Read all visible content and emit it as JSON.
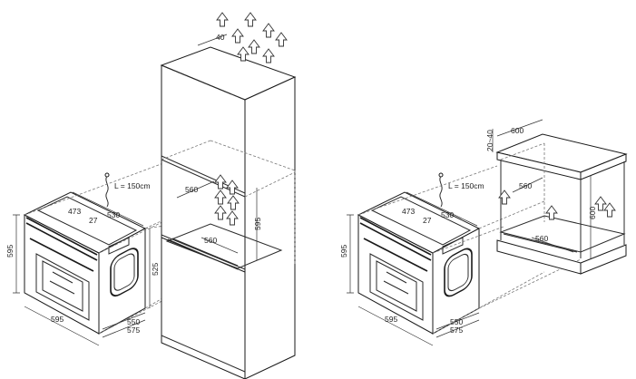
{
  "tall_unit_install": {
    "oven": {
      "width": "595",
      "height": "595",
      "depth_total": "575",
      "depth_body": "550",
      "top_width": "530",
      "top_offset_1": "473",
      "top_offset_2": "27",
      "side_height": "525"
    },
    "cable": "L = 150cm",
    "cabinet": {
      "niche_depth": "560",
      "niche_width": "560",
      "niche_height": "595",
      "vent_gap": "40"
    }
  },
  "under_counter_install": {
    "oven": {
      "width": "595",
      "height": "595",
      "depth_total": "575",
      "depth_body": "550",
      "top_width": "530",
      "top_offset_1": "473",
      "top_offset_2": "27"
    },
    "cable": "L = 150cm",
    "cabinet": {
      "counter_depth": "600",
      "counter_gap": "20~40",
      "niche_depth": "560",
      "niche_width": "560",
      "niche_height": "600"
    }
  }
}
